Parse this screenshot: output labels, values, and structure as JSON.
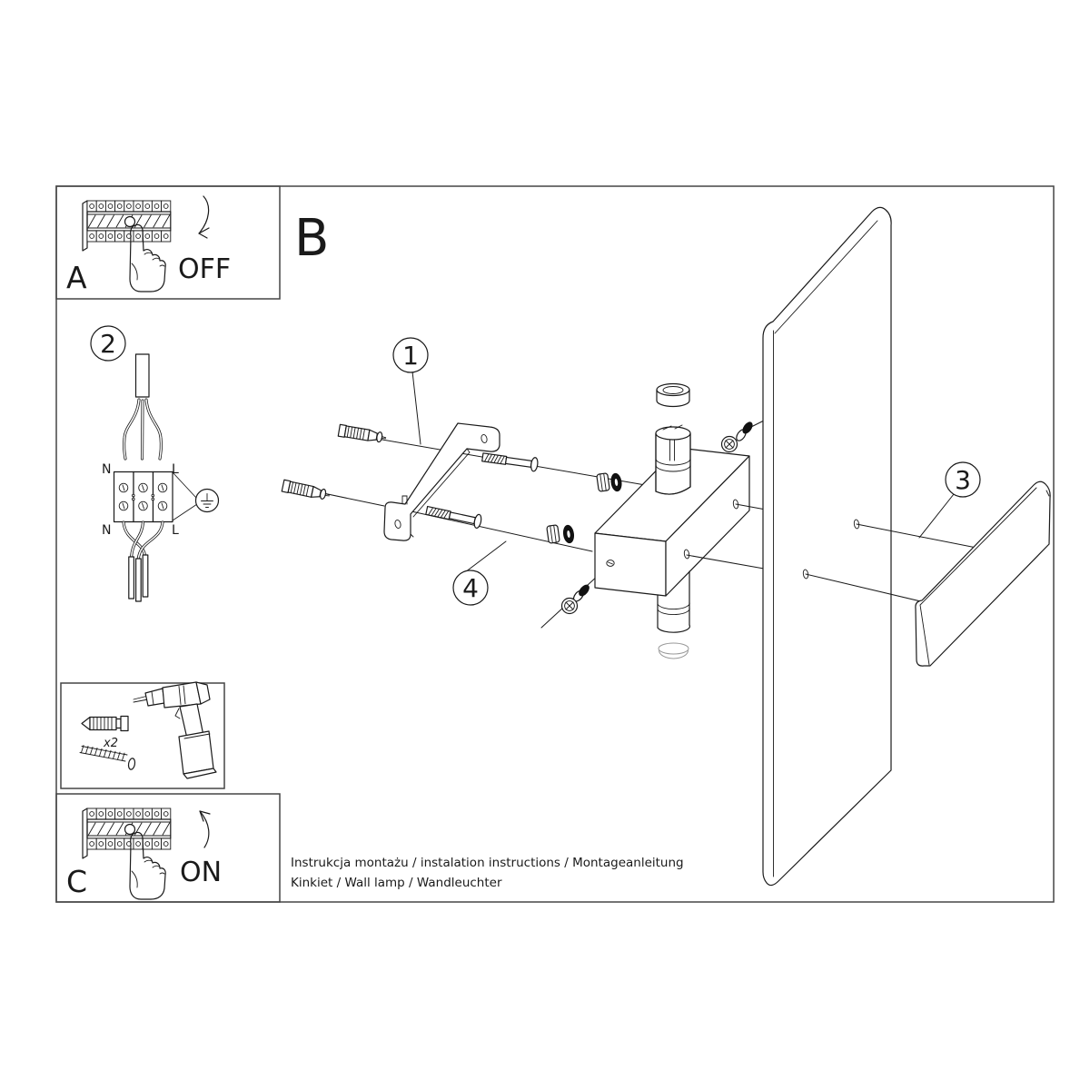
{
  "panel_a": {
    "label": "A",
    "action_label": "OFF"
  },
  "panel_b": {
    "label": "B"
  },
  "panel_c": {
    "label": "C",
    "action_label": "ON"
  },
  "callouts": {
    "bracket": "1",
    "wiring": "2",
    "cover": "3",
    "plate": "4"
  },
  "wiring_labels": {
    "neutral_top": "N",
    "line_top": "L",
    "neutral_bottom": "N",
    "line_bottom": "L"
  },
  "hardware": {
    "anchor_quantity": "x2"
  },
  "footer": {
    "line1": "Instrukcja montażu / instalation instructions / Montageanleitung",
    "line2": "Kinkiet / Wall lamp / Wandleuchter"
  },
  "colors": {
    "ink": "#1a1a1a",
    "frame": "#454545",
    "background": "#ffffff"
  }
}
